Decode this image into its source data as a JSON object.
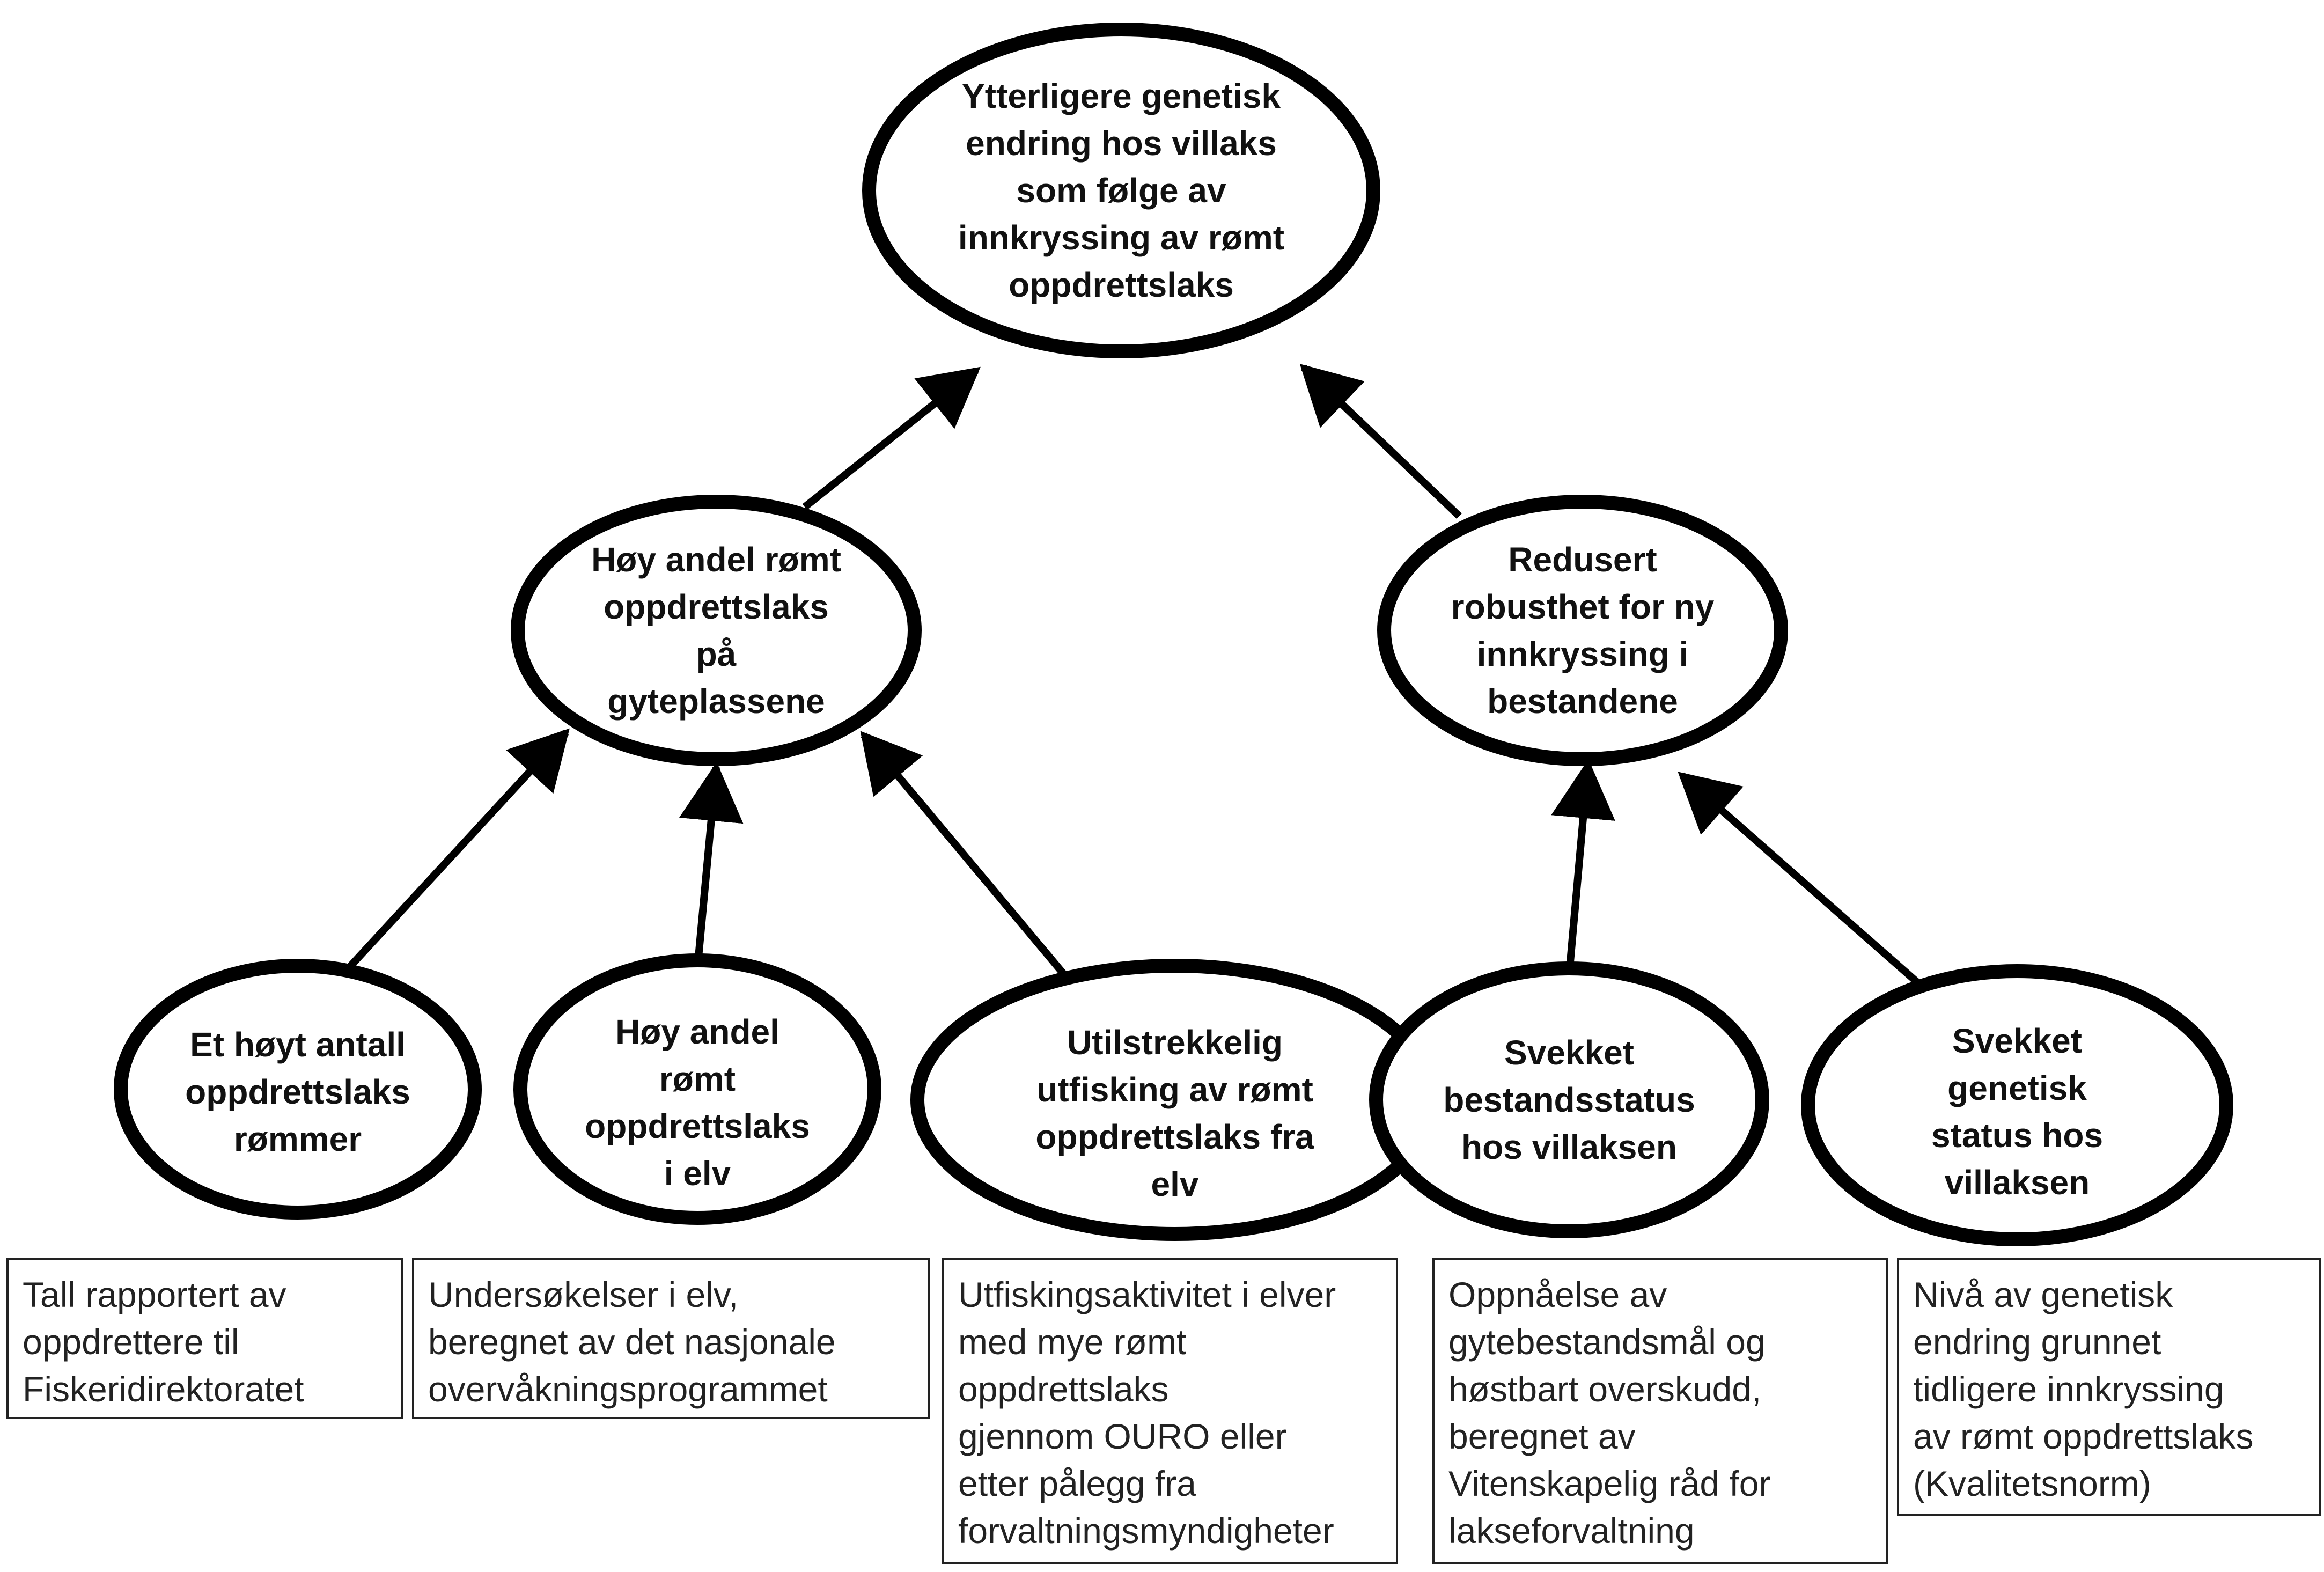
{
  "colors": {
    "stroke": "#000000",
    "text": "#111111",
    "box_border": "#222222",
    "background": "#ffffff"
  },
  "nodes": {
    "top": {
      "lines": [
        "Ytterligere genetisk",
        "endring hos villaks",
        "som følge av",
        "innkryssing av rømt",
        "oppdrettslaks"
      ]
    },
    "mid_left": {
      "lines": [
        "Høy andel rømt",
        "oppdrettslaks",
        "på",
        "gyteplassene"
      ]
    },
    "mid_right": {
      "lines": [
        "Redusert",
        "robusthet for ny",
        "innkryssing i",
        "bestandene"
      ]
    },
    "bottom_1": {
      "lines": [
        "Et høyt antall",
        "oppdrettslaks",
        "rømmer"
      ]
    },
    "bottom_2": {
      "lines": [
        "Høy andel",
        "rømt",
        "oppdrettslaks",
        "i elv"
      ]
    },
    "bottom_3": {
      "lines": [
        "Utilstrekkelig",
        "utfisking av rømt",
        "oppdrettslaks fra",
        "elv"
      ]
    },
    "bottom_4": {
      "lines": [
        "Svekket",
        "bestandsstatus",
        "hos villaksen"
      ]
    },
    "bottom_5": {
      "lines": [
        "Svekket",
        "genetisk",
        "status hos",
        "villaksen"
      ]
    }
  },
  "boxes": {
    "box_1": "Tall rapportert av\noppdrettere til\nFiskeridirektoratet",
    "box_2": "Undersøkelser i elv,\nberegnet av det nasjonale\novervåkningsprogrammet",
    "box_3": "Utfiskingsaktivitet i elver\nmed mye rømt\noppdrettslaks\ngjennom OURO eller\netter pålegg fra\nforvaltningsmyndigheter",
    "box_4": "Oppnåelse av\ngytebestandsmål og\nhøstbart overskudd,\nberegnet av\nVitenskapelig råd for\nlakseforvaltning",
    "box_5": "Nivå av genetisk\nendring grunnet\ntidligere innkryssing\nav rømt oppdrettslaks\n(Kvalitetsnorm)"
  }
}
